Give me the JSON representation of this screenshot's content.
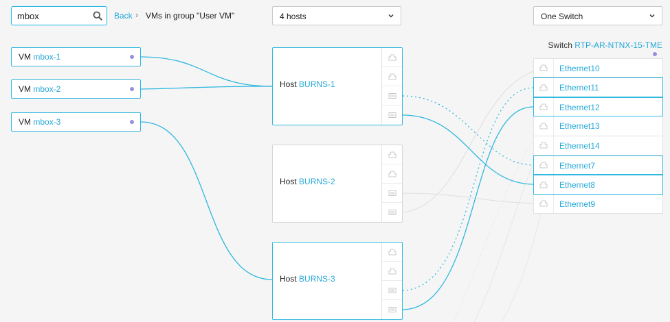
{
  "search": {
    "value": "mbox",
    "icon": "search-icon"
  },
  "breadcrumb": {
    "back": "Back",
    "separator": "›",
    "title": "VMs in group \"User VM\""
  },
  "hosts_filter": {
    "selected": "4 hosts"
  },
  "switch_filter": {
    "selected": "One Switch"
  },
  "vms": [
    {
      "prefix": "VM",
      "name": "mbox-1"
    },
    {
      "prefix": "VM",
      "name": "mbox-2"
    },
    {
      "prefix": "VM",
      "name": "mbox-3"
    }
  ],
  "hosts": [
    {
      "prefix": "Host",
      "name": "BURNS-1",
      "active": true
    },
    {
      "prefix": "Host",
      "name": "BURNS-2",
      "active": false
    },
    {
      "prefix": "Host",
      "name": "BURNS-3",
      "active": true
    }
  ],
  "switch": {
    "prefix": "Switch",
    "name": "RTP-AR-NTNX-15-TME",
    "ports": [
      {
        "name": "Ethernet10",
        "active": false
      },
      {
        "name": "Ethernet11",
        "active": true
      },
      {
        "name": "Ethernet12",
        "active": true
      },
      {
        "name": "Ethernet13",
        "active": false
      },
      {
        "name": "Ethernet14",
        "active": false
      },
      {
        "name": "Ethernet7",
        "active": true
      },
      {
        "name": "Ethernet8",
        "active": true
      },
      {
        "name": "Ethernet9",
        "active": false
      }
    ]
  },
  "colors": {
    "accent": "#2eb7e0",
    "link": "#26a9d9",
    "status_dot": "#9a8fdc",
    "inactive_wire": "#dcdcdc"
  }
}
